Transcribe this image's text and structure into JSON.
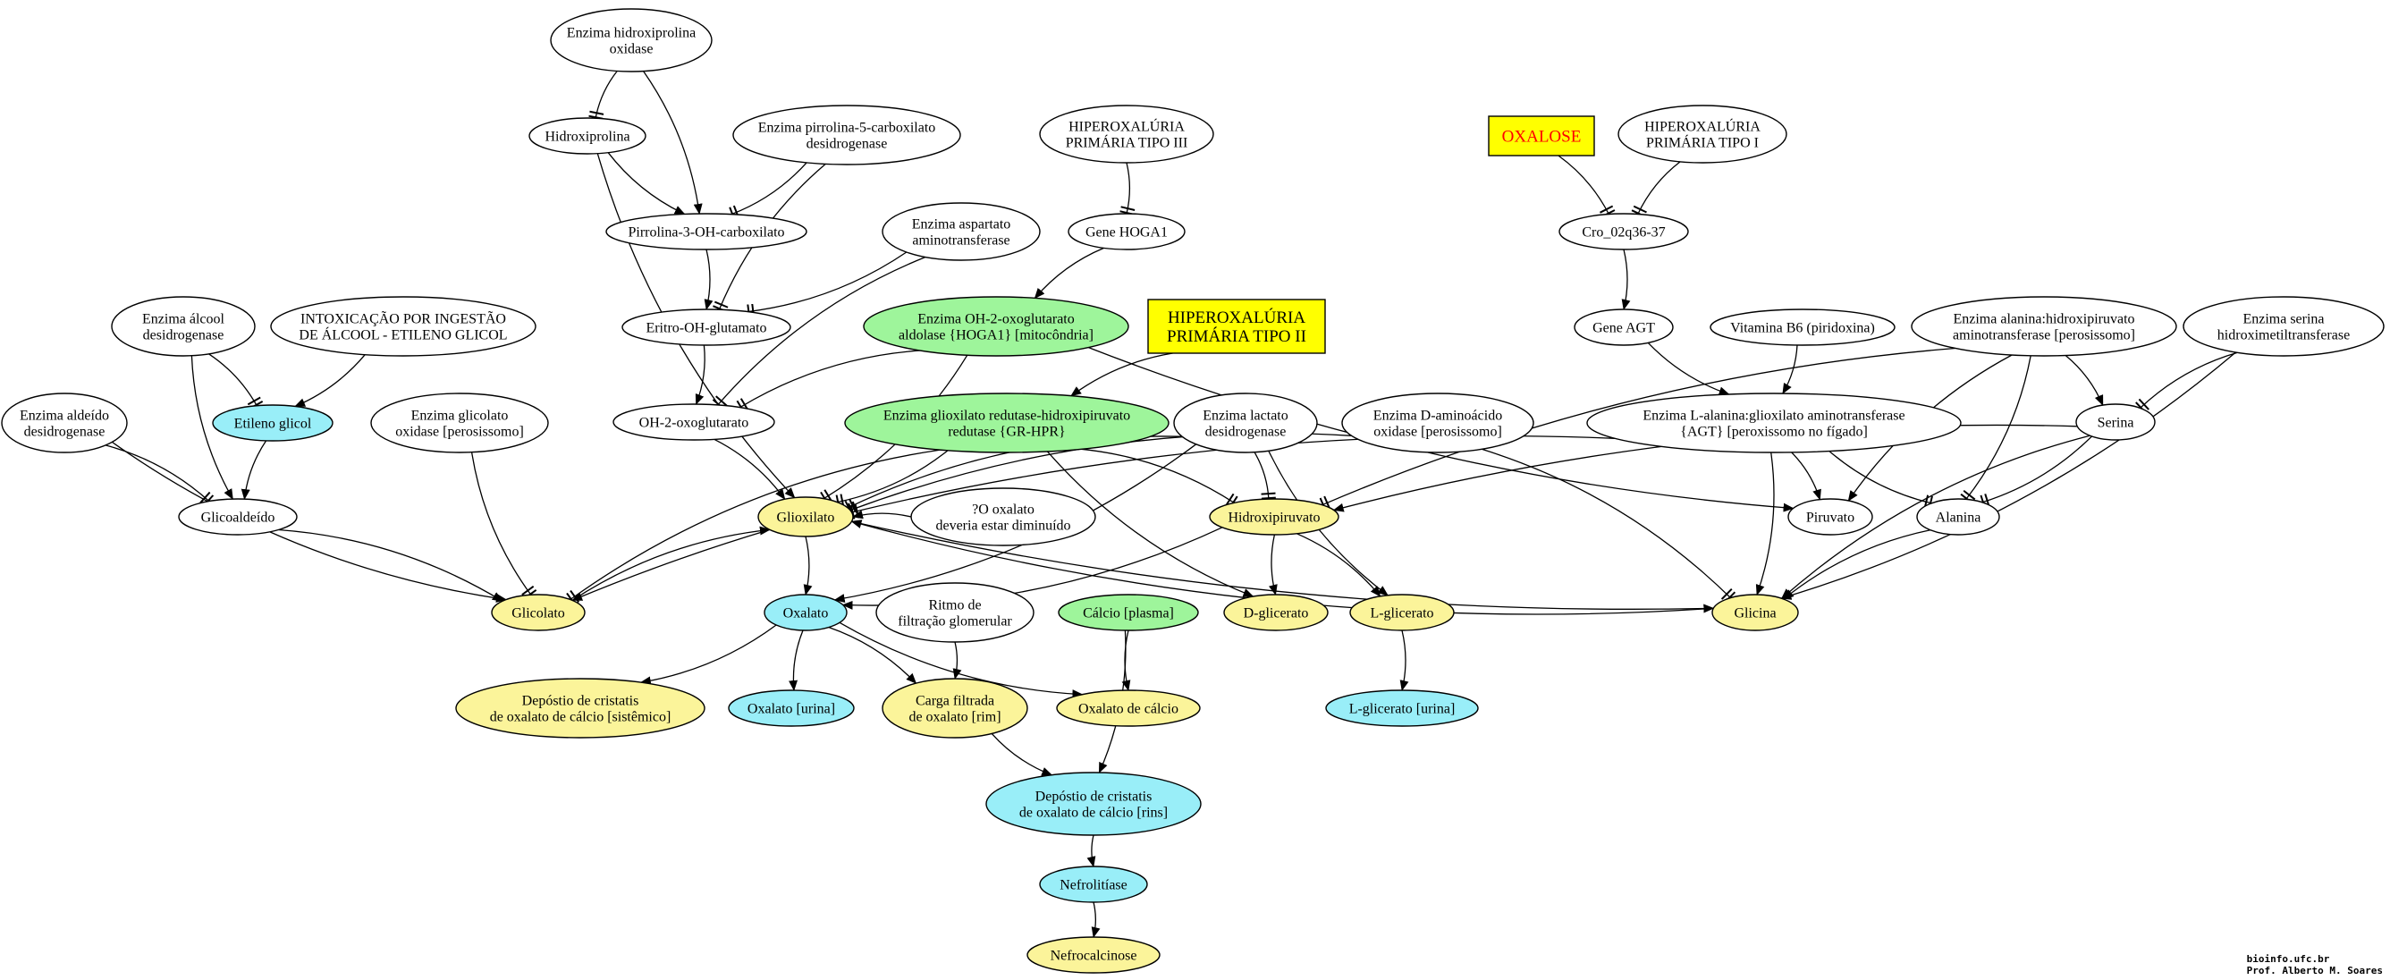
{
  "colors": {
    "white": "#ffffff",
    "cyan": "#99eef8",
    "yellow": "#fbf49a",
    "green": "#9ef59b",
    "box_yellow": "#ffff00",
    "box_red_text": "#ff0000"
  },
  "nodes": {
    "hidroxiprolina_oxidase": {
      "lines": [
        "Enzima hidroxiprolina",
        "oxidase"
      ]
    },
    "hidroxiprolina": {
      "lines": [
        "Hidroxiprolina"
      ]
    },
    "pirrolina_desidrogenase": {
      "lines": [
        "Enzima pirrolina-5-carboxilato",
        "desidrogenase"
      ]
    },
    "hpt3": {
      "lines": [
        "HIPEROXALÚRIA",
        "PRIMÁRIA TIPO III"
      ]
    },
    "oxalose": {
      "lines": [
        "OXALOSE"
      ]
    },
    "hpt1": {
      "lines": [
        "HIPEROXALÚRIA",
        "PRIMÁRIA TIPO I"
      ]
    },
    "pirrolina_3_oh": {
      "lines": [
        "Pirrolina-3-OH-carboxilato"
      ]
    },
    "aspartato_aminotransferase": {
      "lines": [
        "Enzima aspartato",
        "aminotransferase"
      ]
    },
    "gene_hoga1": {
      "lines": [
        "Gene HOGA1"
      ]
    },
    "cro": {
      "lines": [
        "Cro_02q36-37"
      ]
    },
    "alcool_desidrogenase": {
      "lines": [
        "Enzima álcool",
        "desidrogenase"
      ]
    },
    "intoxicacao": {
      "lines": [
        "INTOXICAÇÃO POR INGESTÃO",
        "DE ÁLCOOL - ETILENO GLICOL"
      ]
    },
    "eritro_oh_glutamato": {
      "lines": [
        "Eritro-OH-glutamato"
      ]
    },
    "hoga1_aldolase": {
      "lines": [
        "Enzima OH-2-oxoglutarato",
        "aldolase {HOGA1} [mitocôndria]"
      ]
    },
    "hpt2": {
      "lines": [
        "HIPEROXALÚRIA",
        "PRIMÁRIA TIPO II"
      ]
    },
    "gene_agt": {
      "lines": [
        "Gene AGT"
      ]
    },
    "vitamina_b6": {
      "lines": [
        "Vitamina B6 (piridoxina)"
      ]
    },
    "alanina_hidroxipiruvato": {
      "lines": [
        "Enzima alanina:hidroxipiruvato",
        "aminotransferase [perosissomo]"
      ]
    },
    "serina_hidroximetil": {
      "lines": [
        "Enzima serina",
        "hidroximetiltransferase"
      ]
    },
    "aldeido_desidrogenase": {
      "lines": [
        "Enzima aldeído",
        "desidrogenase"
      ]
    },
    "etileno_glicol": {
      "lines": [
        "Etileno glicol"
      ]
    },
    "glicolato_oxidase": {
      "lines": [
        "Enzima glicolato",
        "oxidase [perosissomo]"
      ]
    },
    "oh_2_oxoglutarato": {
      "lines": [
        "OH-2-oxoglutarato"
      ]
    },
    "gr_hpr": {
      "lines": [
        "Enzima glioxilato redutase-hidroxipiruvato",
        "redutase {GR-HPR}"
      ]
    },
    "lactato_desidrogenase": {
      "lines": [
        "Enzima lactato",
        "desidrogenase"
      ]
    },
    "d_aminoacido_oxidase": {
      "lines": [
        "Enzima D-aminoácido",
        "oxidase [perosissomo]"
      ]
    },
    "agt_enzima": {
      "lines": [
        "Enzima L-alanina:glioxilato aminotransferase",
        "{AGT} [peroxissomo no fígado]"
      ]
    },
    "serina": {
      "lines": [
        "Serina"
      ]
    },
    "glicoaldeido": {
      "lines": [
        "Glicoaldeído"
      ]
    },
    "glioxilato": {
      "lines": [
        "Glioxilato"
      ]
    },
    "oxalato_diminuido": {
      "lines": [
        "?O oxalato",
        "deveria estar diminuído"
      ]
    },
    "hidroxipiruvato": {
      "lines": [
        "Hidroxipiruvato"
      ]
    },
    "piruvato": {
      "lines": [
        "Piruvato"
      ]
    },
    "alanina": {
      "lines": [
        "Alanina"
      ]
    },
    "glicolato": {
      "lines": [
        "Glicolato"
      ]
    },
    "oxalato": {
      "lines": [
        "Oxalato"
      ]
    },
    "ritmo_filtracao": {
      "lines": [
        "Ritmo de",
        "filtração glomerular"
      ]
    },
    "calcio_plasma": {
      "lines": [
        "Cálcio [plasma]"
      ]
    },
    "d_glicerato": {
      "lines": [
        "D-glicerato"
      ]
    },
    "l_glicerato": {
      "lines": [
        "L-glicerato"
      ]
    },
    "glicina": {
      "lines": [
        "Glicina"
      ]
    },
    "deposito_sistemico": {
      "lines": [
        "Depóstio de cristatis",
        "de oxalato de cálcio [sistêmico]"
      ]
    },
    "oxalato_urina": {
      "lines": [
        "Oxalato [urina]"
      ]
    },
    "carga_filtrada": {
      "lines": [
        "Carga filtrada",
        "de oxalato [rim]"
      ]
    },
    "oxalato_calcio": {
      "lines": [
        "Oxalato de cálcio"
      ]
    },
    "l_glicerato_urina": {
      "lines": [
        "L-glicerato [urina]"
      ]
    },
    "deposito_rins": {
      "lines": [
        "Depóstio de cristatis",
        "de oxalato de cálcio [rins]"
      ]
    },
    "nefrolitiase": {
      "lines": [
        "Nefrolitíase"
      ]
    },
    "nefrocalcinose": {
      "lines": [
        "Nefrocalcinose"
      ]
    }
  },
  "edges": [
    {
      "from": "hidroxiprolina_oxidase",
      "to": "hidroxiprolina",
      "head": "tee"
    },
    {
      "from": "hidroxiprolina_oxidase",
      "to": "pirrolina_3_oh",
      "head": "arrow"
    },
    {
      "from": "hidroxiprolina",
      "to": "pirrolina_3_oh",
      "head": "arrow"
    },
    {
      "from": "pirrolina_desidrogenase",
      "to": "pirrolina_3_oh",
      "head": "tee"
    },
    {
      "from": "hidroxiprolina",
      "to": "glioxilato",
      "head": "arrow"
    },
    {
      "from": "pirrolina_3_oh",
      "to": "eritro_oh_glutamato",
      "head": "arrow"
    },
    {
      "from": "pirrolina_desidrogenase",
      "to": "eritro_oh_glutamato",
      "head": "tee"
    },
    {
      "from": "aspartato_aminotransferase",
      "to": "eritro_oh_glutamato",
      "head": "tee"
    },
    {
      "from": "aspartato_aminotransferase",
      "to": "oh_2_oxoglutarato",
      "head": "tee"
    },
    {
      "from": "hpt3",
      "to": "gene_hoga1",
      "head": "tee"
    },
    {
      "from": "gene_hoga1",
      "to": "hoga1_aldolase",
      "head": "arrow"
    },
    {
      "from": "eritro_oh_glutamato",
      "to": "oh_2_oxoglutarato",
      "head": "arrow"
    },
    {
      "from": "hoga1_aldolase",
      "to": "oh_2_oxoglutarato",
      "head": "tee"
    },
    {
      "from": "hoga1_aldolase",
      "to": "glioxilato",
      "head": "tee"
    },
    {
      "from": "hoga1_aldolase",
      "to": "piruvato",
      "head": "arrow"
    },
    {
      "from": "oh_2_oxoglutarato",
      "to": "glioxilato",
      "head": "arrow"
    },
    {
      "from": "hpt2",
      "to": "gr_hpr",
      "head": "arrow"
    },
    {
      "from": "gr_hpr",
      "to": "glioxilato",
      "head": "tee"
    },
    {
      "from": "gr_hpr",
      "to": "glicolato",
      "head": "tee"
    },
    {
      "from": "gr_hpr",
      "to": "hidroxipiruvato",
      "head": "tee"
    },
    {
      "from": "gr_hpr",
      "to": "d_glicerato",
      "head": "arrow"
    },
    {
      "from": "oxalose",
      "to": "cro",
      "head": "tee"
    },
    {
      "from": "hpt1",
      "to": "cro",
      "head": "tee"
    },
    {
      "from": "cro",
      "to": "gene_agt",
      "head": "arrow"
    },
    {
      "from": "gene_agt",
      "to": "agt_enzima",
      "head": "arrow"
    },
    {
      "from": "vitamina_b6",
      "to": "agt_enzima",
      "head": "arrow"
    },
    {
      "from": "agt_enzima",
      "to": "glioxilato",
      "head": "tee"
    },
    {
      "from": "agt_enzima",
      "to": "piruvato",
      "head": "arrow"
    },
    {
      "from": "agt_enzima",
      "to": "alanina",
      "head": "tee"
    },
    {
      "from": "agt_enzima",
      "to": "glicina",
      "head": "arrow"
    },
    {
      "from": "alanina_hidroxipiruvato",
      "to": "hidroxipiruvato",
      "head": "tee"
    },
    {
      "from": "alanina_hidroxipiruvato",
      "to": "serina",
      "head": "arrow"
    },
    {
      "from": "alanina_hidroxipiruvato",
      "to": "piruvato",
      "head": "arrow"
    },
    {
      "from": "alanina_hidroxipiruvato",
      "to": "alanina",
      "head": "tee"
    },
    {
      "from": "serina_hidroximetil",
      "to": "serina",
      "head": "tee"
    },
    {
      "from": "serina_hidroximetil",
      "to": "glicina",
      "head": "arrow"
    },
    {
      "from": "serina",
      "to": "hidroxipiruvato",
      "head": "arrow"
    },
    {
      "from": "serina",
      "to": "alanina",
      "head": "tee"
    },
    {
      "from": "serina",
      "to": "glicina",
      "head": "arrow"
    },
    {
      "from": "alcool_desidrogenase",
      "to": "etileno_glicol",
      "head": "tee"
    },
    {
      "from": "alcool_desidrogenase",
      "to": "glicoaldeido",
      "head": "arrow"
    },
    {
      "from": "intoxicacao",
      "to": "etileno_glicol",
      "head": "arrow"
    },
    {
      "from": "etileno_glicol",
      "to": "glicoaldeido",
      "head": "arrow"
    },
    {
      "from": "aldeido_desidrogenase",
      "to": "glicoaldeido",
      "head": "tee"
    },
    {
      "from": "aldeido_desidrogenase",
      "to": "glicolato",
      "head": "arrow"
    },
    {
      "from": "glicoaldeido",
      "to": "glicolato",
      "head": "arrow"
    },
    {
      "from": "glicolato_oxidase",
      "to": "glicolato",
      "head": "tee"
    },
    {
      "from": "glicolato",
      "to": "glioxilato",
      "head": "arrow"
    },
    {
      "from": "glioxilato",
      "to": "glicolato",
      "head": "arrow"
    },
    {
      "from": "glioxilato",
      "to": "oxalato",
      "head": "arrow"
    },
    {
      "from": "glioxilato",
      "to": "glicina",
      "head": "arrow"
    },
    {
      "from": "glicina",
      "to": "glioxilato",
      "head": "arrow"
    },
    {
      "from": "lactato_desidrogenase",
      "to": "glioxilato",
      "head": "tee"
    },
    {
      "from": "lactato_desidrogenase",
      "to": "hidroxipiruvato",
      "head": "tee"
    },
    {
      "from": "lactato_desidrogenase",
      "to": "l_glicerato",
      "head": "arrow"
    },
    {
      "from": "lactato_desidrogenase",
      "to": "oxalato",
      "head": "arrow"
    },
    {
      "from": "d_aminoacido_oxidase",
      "to": "glioxilato",
      "head": "tee"
    },
    {
      "from": "d_aminoacido_oxidase",
      "to": "glicina",
      "head": "tee"
    },
    {
      "from": "oxalato_diminuido",
      "to": "glioxilato",
      "head": "arrow"
    },
    {
      "from": "hidroxipiruvato",
      "to": "oxalato",
      "head": "arrow"
    },
    {
      "from": "hidroxipiruvato",
      "to": "d_glicerato",
      "head": "arrow"
    },
    {
      "from": "hidroxipiruvato",
      "to": "l_glicerato",
      "head": "arrow"
    },
    {
      "from": "alanina",
      "to": "glicina",
      "head": "arrow"
    },
    {
      "from": "oxalato",
      "to": "deposito_sistemico",
      "head": "arrow"
    },
    {
      "from": "oxalato",
      "to": "oxalato_urina",
      "head": "arrow"
    },
    {
      "from": "oxalato",
      "to": "carga_filtrada",
      "head": "arrow"
    },
    {
      "from": "oxalato",
      "to": "oxalato_calcio",
      "head": "arrow"
    },
    {
      "from": "ritmo_filtracao",
      "to": "carga_filtrada",
      "head": "arrow"
    },
    {
      "from": "calcio_plasma",
      "to": "oxalato_calcio",
      "head": "arrow"
    },
    {
      "from": "calcio_plasma",
      "to": "deposito_rins",
      "head": "arrow"
    },
    {
      "from": "carga_filtrada",
      "to": "deposito_rins",
      "head": "arrow"
    },
    {
      "from": "l_glicerato",
      "to": "l_glicerato_urina",
      "head": "arrow"
    },
    {
      "from": "deposito_rins",
      "to": "nefrolitiase",
      "head": "arrow"
    },
    {
      "from": "nefrolitiase",
      "to": "nefrocalcinose",
      "head": "arrow"
    }
  ],
  "credit": {
    "site": "bioinfo.ufc.br",
    "author": "Prof. Alberto M. Soares"
  }
}
